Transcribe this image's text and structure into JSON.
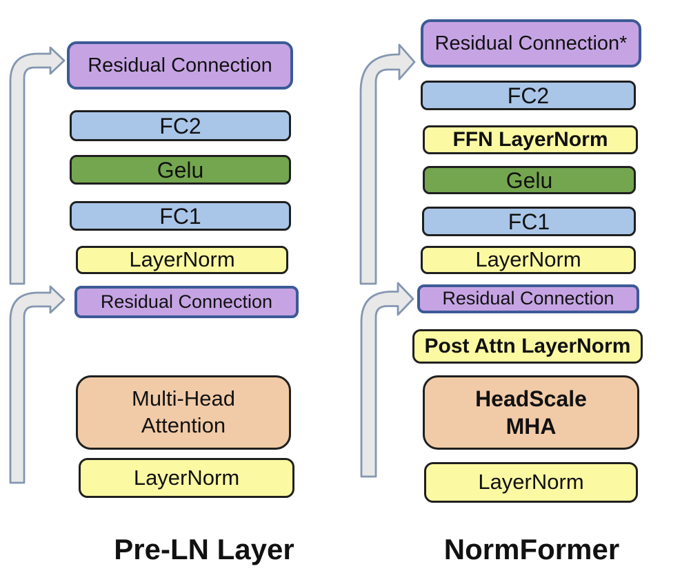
{
  "diagram": "Transformer layer architecture comparison",
  "columns": [
    {
      "id": "pre-ln",
      "label": "Pre-LN Layer",
      "boxes": [
        {
          "label": "Residual Connection",
          "kind": "residual"
        },
        {
          "label": "FC2",
          "kind": "fc"
        },
        {
          "label": "Gelu",
          "kind": "activation"
        },
        {
          "label": "FC1",
          "kind": "fc"
        },
        {
          "label": "LayerNorm",
          "kind": "norm"
        },
        {
          "label": "Residual Connection",
          "kind": "residual"
        },
        {
          "label": "Multi-Head Attention",
          "kind": "attention",
          "lines": [
            "Multi-Head",
            "Attention"
          ]
        },
        {
          "label": "LayerNorm",
          "kind": "norm"
        }
      ]
    },
    {
      "id": "normformer",
      "label": "NormFormer",
      "boxes": [
        {
          "label": "Residual Connection*",
          "kind": "residual"
        },
        {
          "label": "FC2",
          "kind": "fc"
        },
        {
          "label": "FFN LayerNorm",
          "kind": "norm",
          "bold": true
        },
        {
          "label": "Gelu",
          "kind": "activation"
        },
        {
          "label": "FC1",
          "kind": "fc"
        },
        {
          "label": "LayerNorm",
          "kind": "norm"
        },
        {
          "label": "Residual Connection",
          "kind": "residual"
        },
        {
          "label": "Post Attn LayerNorm",
          "kind": "norm",
          "bold": true
        },
        {
          "label": "HeadScale MHA",
          "kind": "attention",
          "bold": true,
          "lines": [
            "HeadScale",
            "MHA"
          ]
        },
        {
          "label": "LayerNorm",
          "kind": "norm"
        }
      ]
    }
  ],
  "arrows": [
    {
      "name": "pre-ln-ffn-residual-skip-arrow"
    },
    {
      "name": "pre-ln-attention-residual-skip-arrow"
    },
    {
      "name": "normformer-ffn-residual-skip-arrow"
    },
    {
      "name": "normformer-attention-residual-skip-arrow"
    }
  ],
  "colors": {
    "residual_fill": "#C6A4E4",
    "residual_border": "#3C5A96",
    "fc_fill": "#A9C6E8",
    "activation_fill": "#74A64F",
    "norm_fill": "#FBF9A2",
    "attention_fill": "#F1CBA7",
    "box_border": "#1F1F1F",
    "text": "#111111",
    "arrow_fill": "#E8E8E8",
    "arrow_border": "#8496B0",
    "background": "#FFFFFF"
  }
}
